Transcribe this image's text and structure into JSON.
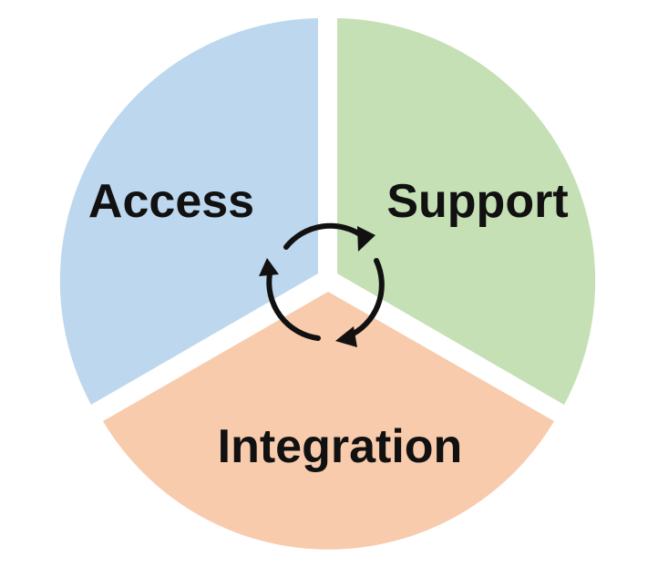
{
  "diagram": {
    "segments": [
      {
        "label": "Access",
        "color": "#BDD7EE"
      },
      {
        "label": "Support",
        "color": "#C5E0B4"
      },
      {
        "label": "Integration",
        "color": "#F8CBAD"
      }
    ],
    "center_icon": "cycle-arrows-icon"
  }
}
